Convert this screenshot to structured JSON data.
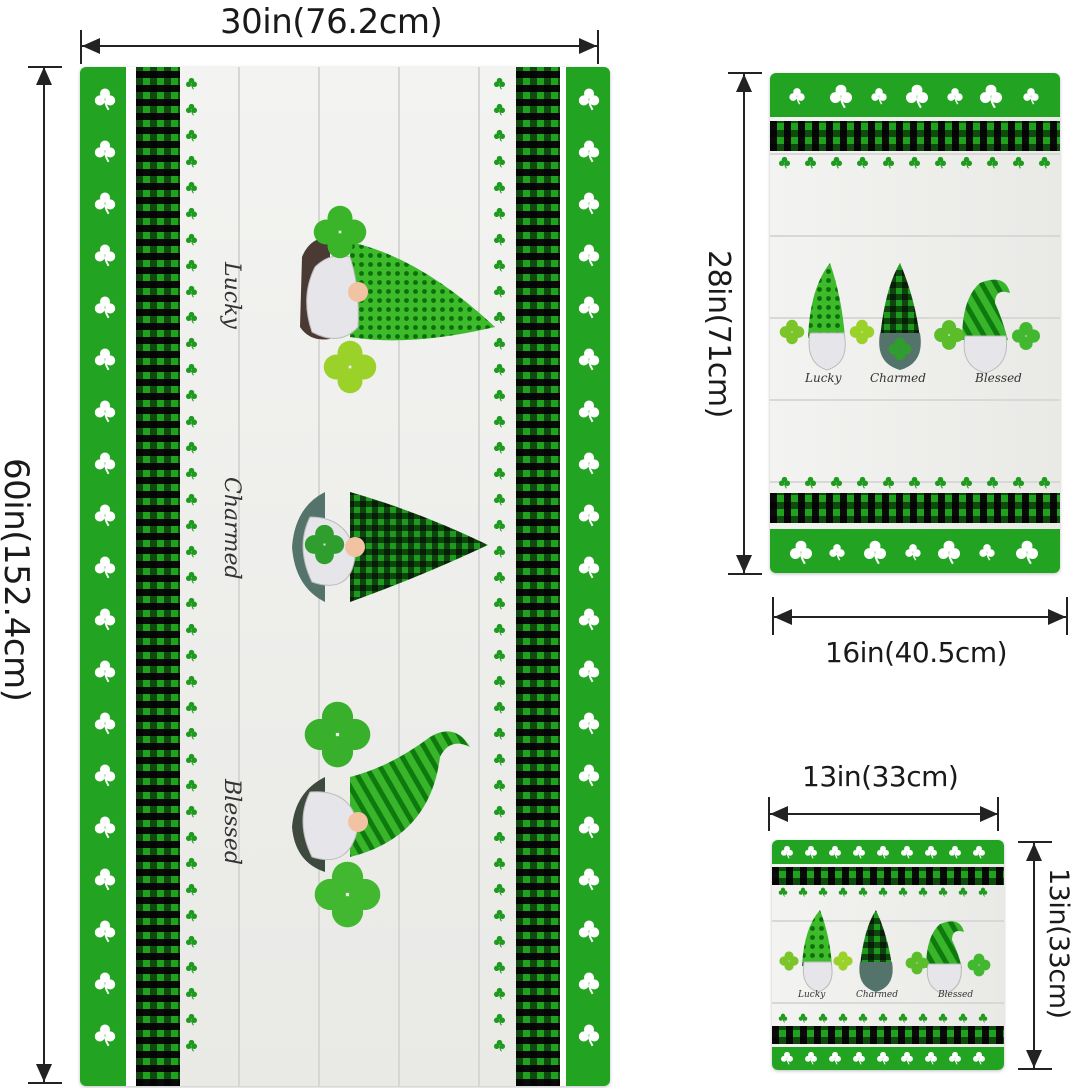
{
  "dimensions": {
    "large_width": "30in(76.2cm)",
    "large_height": "60in(152.4cm)",
    "medium_height": "28in(71cm)",
    "medium_width": "16in(40.5cm)",
    "small_width": "13in(33cm)",
    "small_height": "13in(33cm)"
  },
  "labels": {
    "lucky": "Lucky",
    "charmed": "Charmed",
    "blessed": "Blessed"
  },
  "colors": {
    "green": "#22a322",
    "dark_green": "#0b6b0b",
    "black": "#0a0a0a",
    "wood": "#efefec"
  }
}
